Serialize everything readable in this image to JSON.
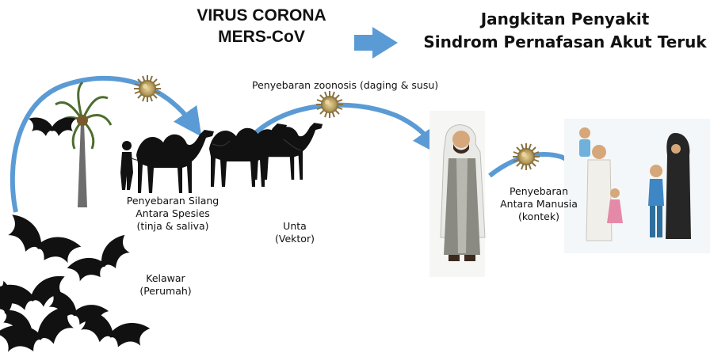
{
  "header": {
    "title_left_line1": "VIRUS CORONA",
    "title_left_line2": "MERS-CoV",
    "title_right_line1": "Jangkitan Penyakit",
    "title_right_line2": "Sindrom Pernafasan Akut Teruk"
  },
  "labels": {
    "zoonosis": "Penyebaran zoonosis  (daging & susu)",
    "cross_species": [
      "Penyebaran Silang",
      "Antara Spesies",
      "(tinja & saliva)"
    ],
    "camel": [
      "Unta",
      "(Vektor)"
    ],
    "bat": [
      "Kelawar",
      "(Perumah)"
    ],
    "human": [
      "Penyebaran",
      "Antara Manusia",
      "(kontek)"
    ]
  },
  "colors": {
    "arrow": "#5b9bd5",
    "virus": "#b59a5a",
    "silhouette": "#111111"
  },
  "icons": [
    "right-arrow-icon",
    "virus-icon",
    "bat-icon",
    "palm-tree-icon",
    "camel-icon",
    "man-icon",
    "family-icon"
  ]
}
